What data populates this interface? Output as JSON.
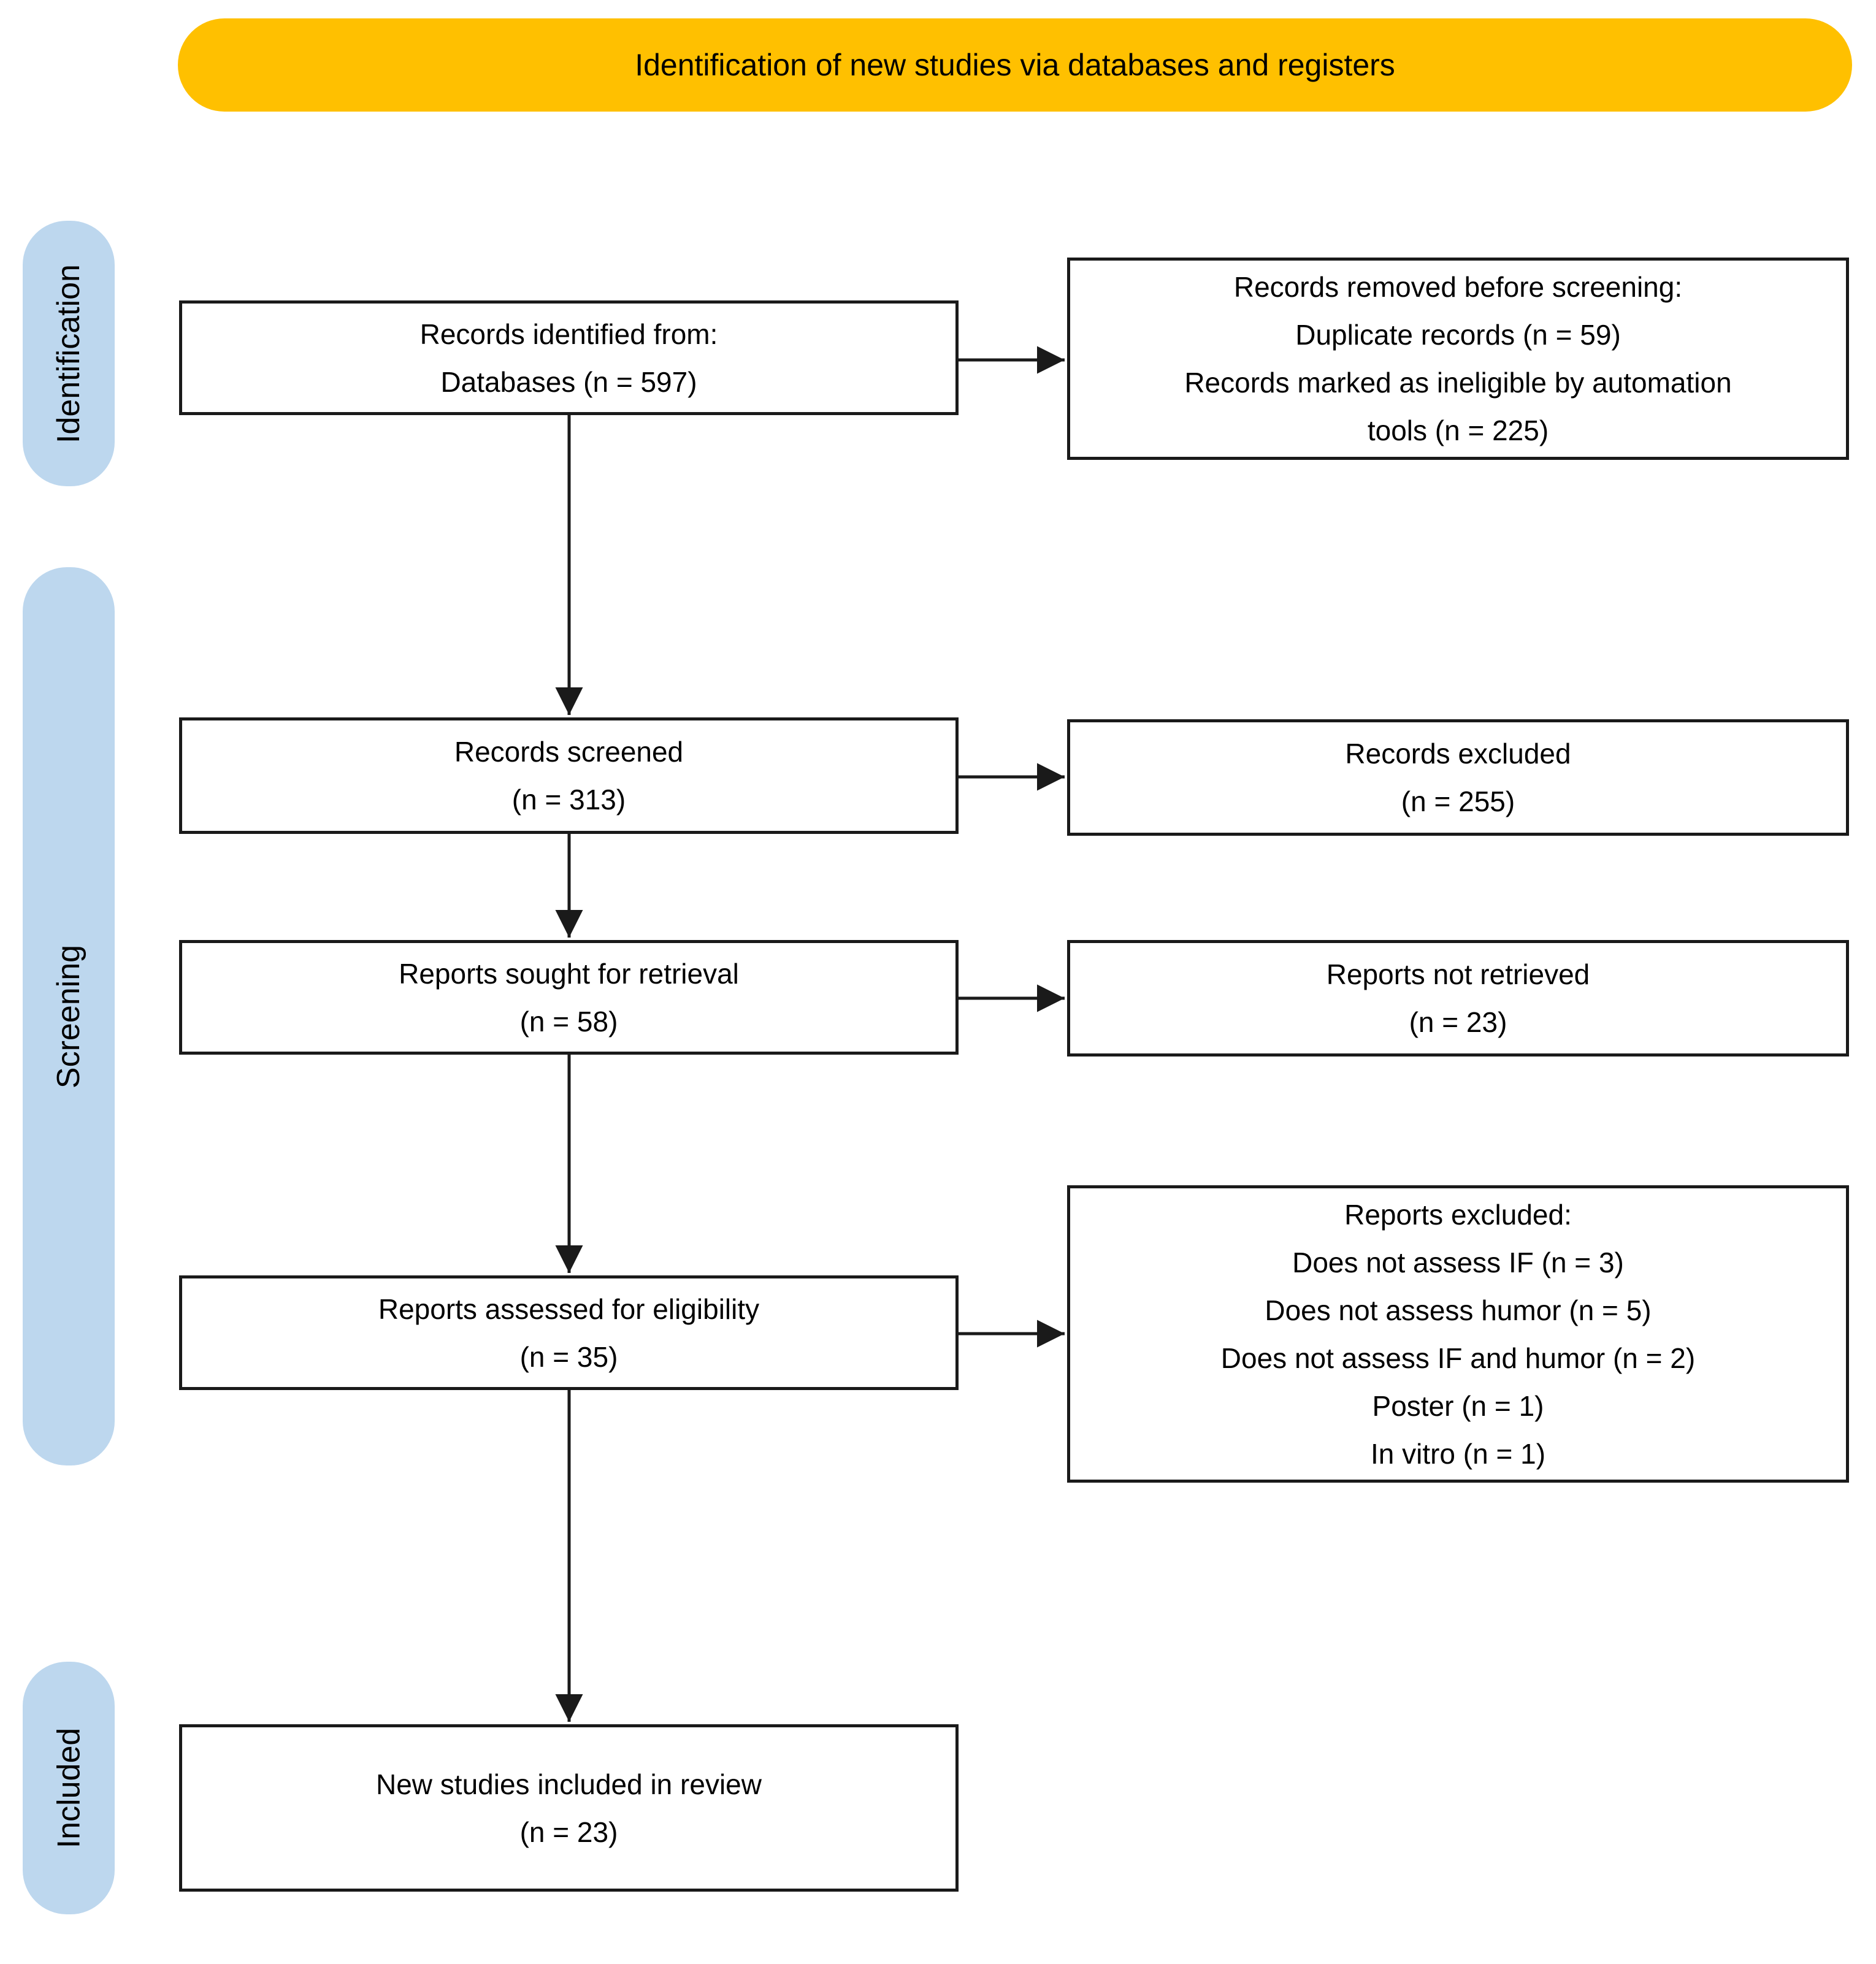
{
  "title_banner": {
    "label": "Identification of new studies via databases and registers",
    "bg_color": "#FFC000"
  },
  "stage_labels": {
    "bg_color": "#BDD7EE",
    "items": [
      {
        "id": "identification",
        "label": "Identification"
      },
      {
        "id": "screening",
        "label": "Screening"
      },
      {
        "id": "included",
        "label": "Included"
      }
    ]
  },
  "boxes": {
    "records_identified": {
      "lines": [
        "Records identified from:",
        "Databases (n = 597)"
      ]
    },
    "records_removed": {
      "lines": [
        "Records removed before screening:",
        "Duplicate records (n = 59)",
        "Records marked as ineligible by automation",
        "tools (n = 225)"
      ]
    },
    "records_screened": {
      "lines": [
        "Records screened",
        "(n = 313)"
      ]
    },
    "records_excluded": {
      "lines": [
        "Records excluded",
        "(n = 255)"
      ]
    },
    "reports_sought": {
      "lines": [
        "Reports sought for retrieval",
        "(n = 58)"
      ]
    },
    "reports_not_retrieved": {
      "lines": [
        "Reports not retrieved",
        "(n = 23)"
      ]
    },
    "reports_assessed": {
      "lines": [
        "Reports assessed for eligibility",
        "(n = 35)"
      ]
    },
    "reports_excluded": {
      "lines": [
        "Reports excluded:",
        "Does not assess IF (n = 3)",
        "Does not assess humor (n = 5)",
        "Does not assess IF and humor (n = 2)",
        "Poster (n = 1)",
        "In vitro (n = 1)"
      ]
    },
    "new_studies_included": {
      "lines": [
        "New studies included in review",
        "(n = 23)"
      ]
    }
  }
}
